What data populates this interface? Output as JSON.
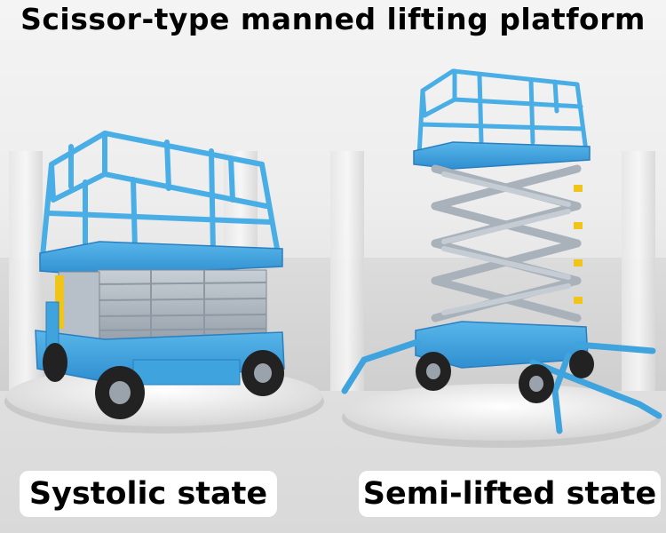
{
  "title": "Scissor-type manned lifting platform",
  "captions": {
    "left": "Systolic state",
    "right": "Semi-lifted state"
  },
  "colors": {
    "lift_blue": "#3fa3de",
    "lift_blue_dark": "#2b7fbf",
    "scissor_silver": "#a9b2bb",
    "wheel_black": "#222222",
    "cylinder_yellow": "#f0c419"
  }
}
